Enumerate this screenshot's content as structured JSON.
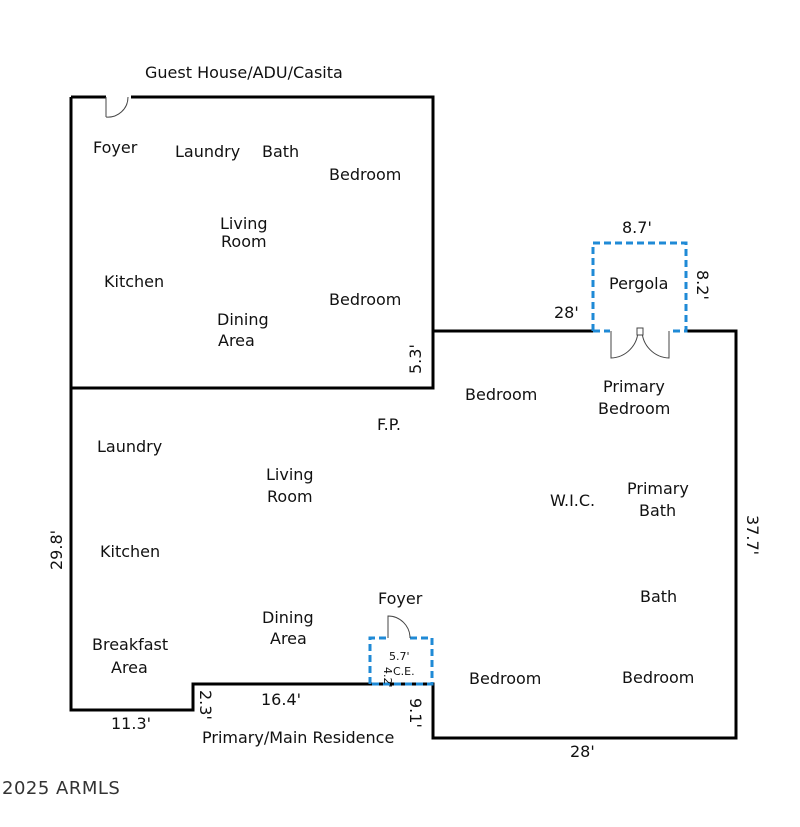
{
  "guest_house": {
    "title": "Guest House/ADU/Casita",
    "rooms": {
      "foyer": "Foyer",
      "laundry": "Laundry",
      "bath": "Bath",
      "bedroom_1": "Bedroom",
      "living_1": "Living",
      "living_2": "Room",
      "kitchen": "Kitchen",
      "bedroom_2": "Bedroom",
      "dining_1": "Dining",
      "dining_2": "Area"
    },
    "dim_side": "5.3'"
  },
  "pergola": {
    "label": "Pergola",
    "dim_width": "8.7'",
    "dim_depth": "8.2'"
  },
  "main_residence": {
    "title": "Primary/Main Residence",
    "rooms": {
      "bedroom_top": "Bedroom",
      "fp": "F.P.",
      "primary_bed_1": "Primary",
      "primary_bed_2": "Bedroom",
      "laundry": "Laundry",
      "living_1": "Living",
      "living_2": "Room",
      "wic": "W.I.C.",
      "primary_bath_1": "Primary",
      "primary_bath_2": "Bath",
      "kitchen": "Kitchen",
      "foyer": "Foyer",
      "bath": "Bath",
      "dining_1": "Dining",
      "dining_2": "Area",
      "breakfast_1": "Breakfast",
      "breakfast_2": "Area",
      "bedroom_bl": "Bedroom",
      "bedroom_br": "Bedroom",
      "ce_dim_1": "5.7'",
      "ce_dim_2": "4.2'",
      "ce_label": "C.E."
    },
    "dims": {
      "top": "28'",
      "right": "37.7'",
      "left": "29.8'",
      "bottom_left": "11.3'",
      "step_left": "2.3'",
      "bottom_mid": "16.4'",
      "step_right": "9.1'",
      "bottom_right": "28'"
    }
  },
  "copyright": "2025 ARMLS"
}
